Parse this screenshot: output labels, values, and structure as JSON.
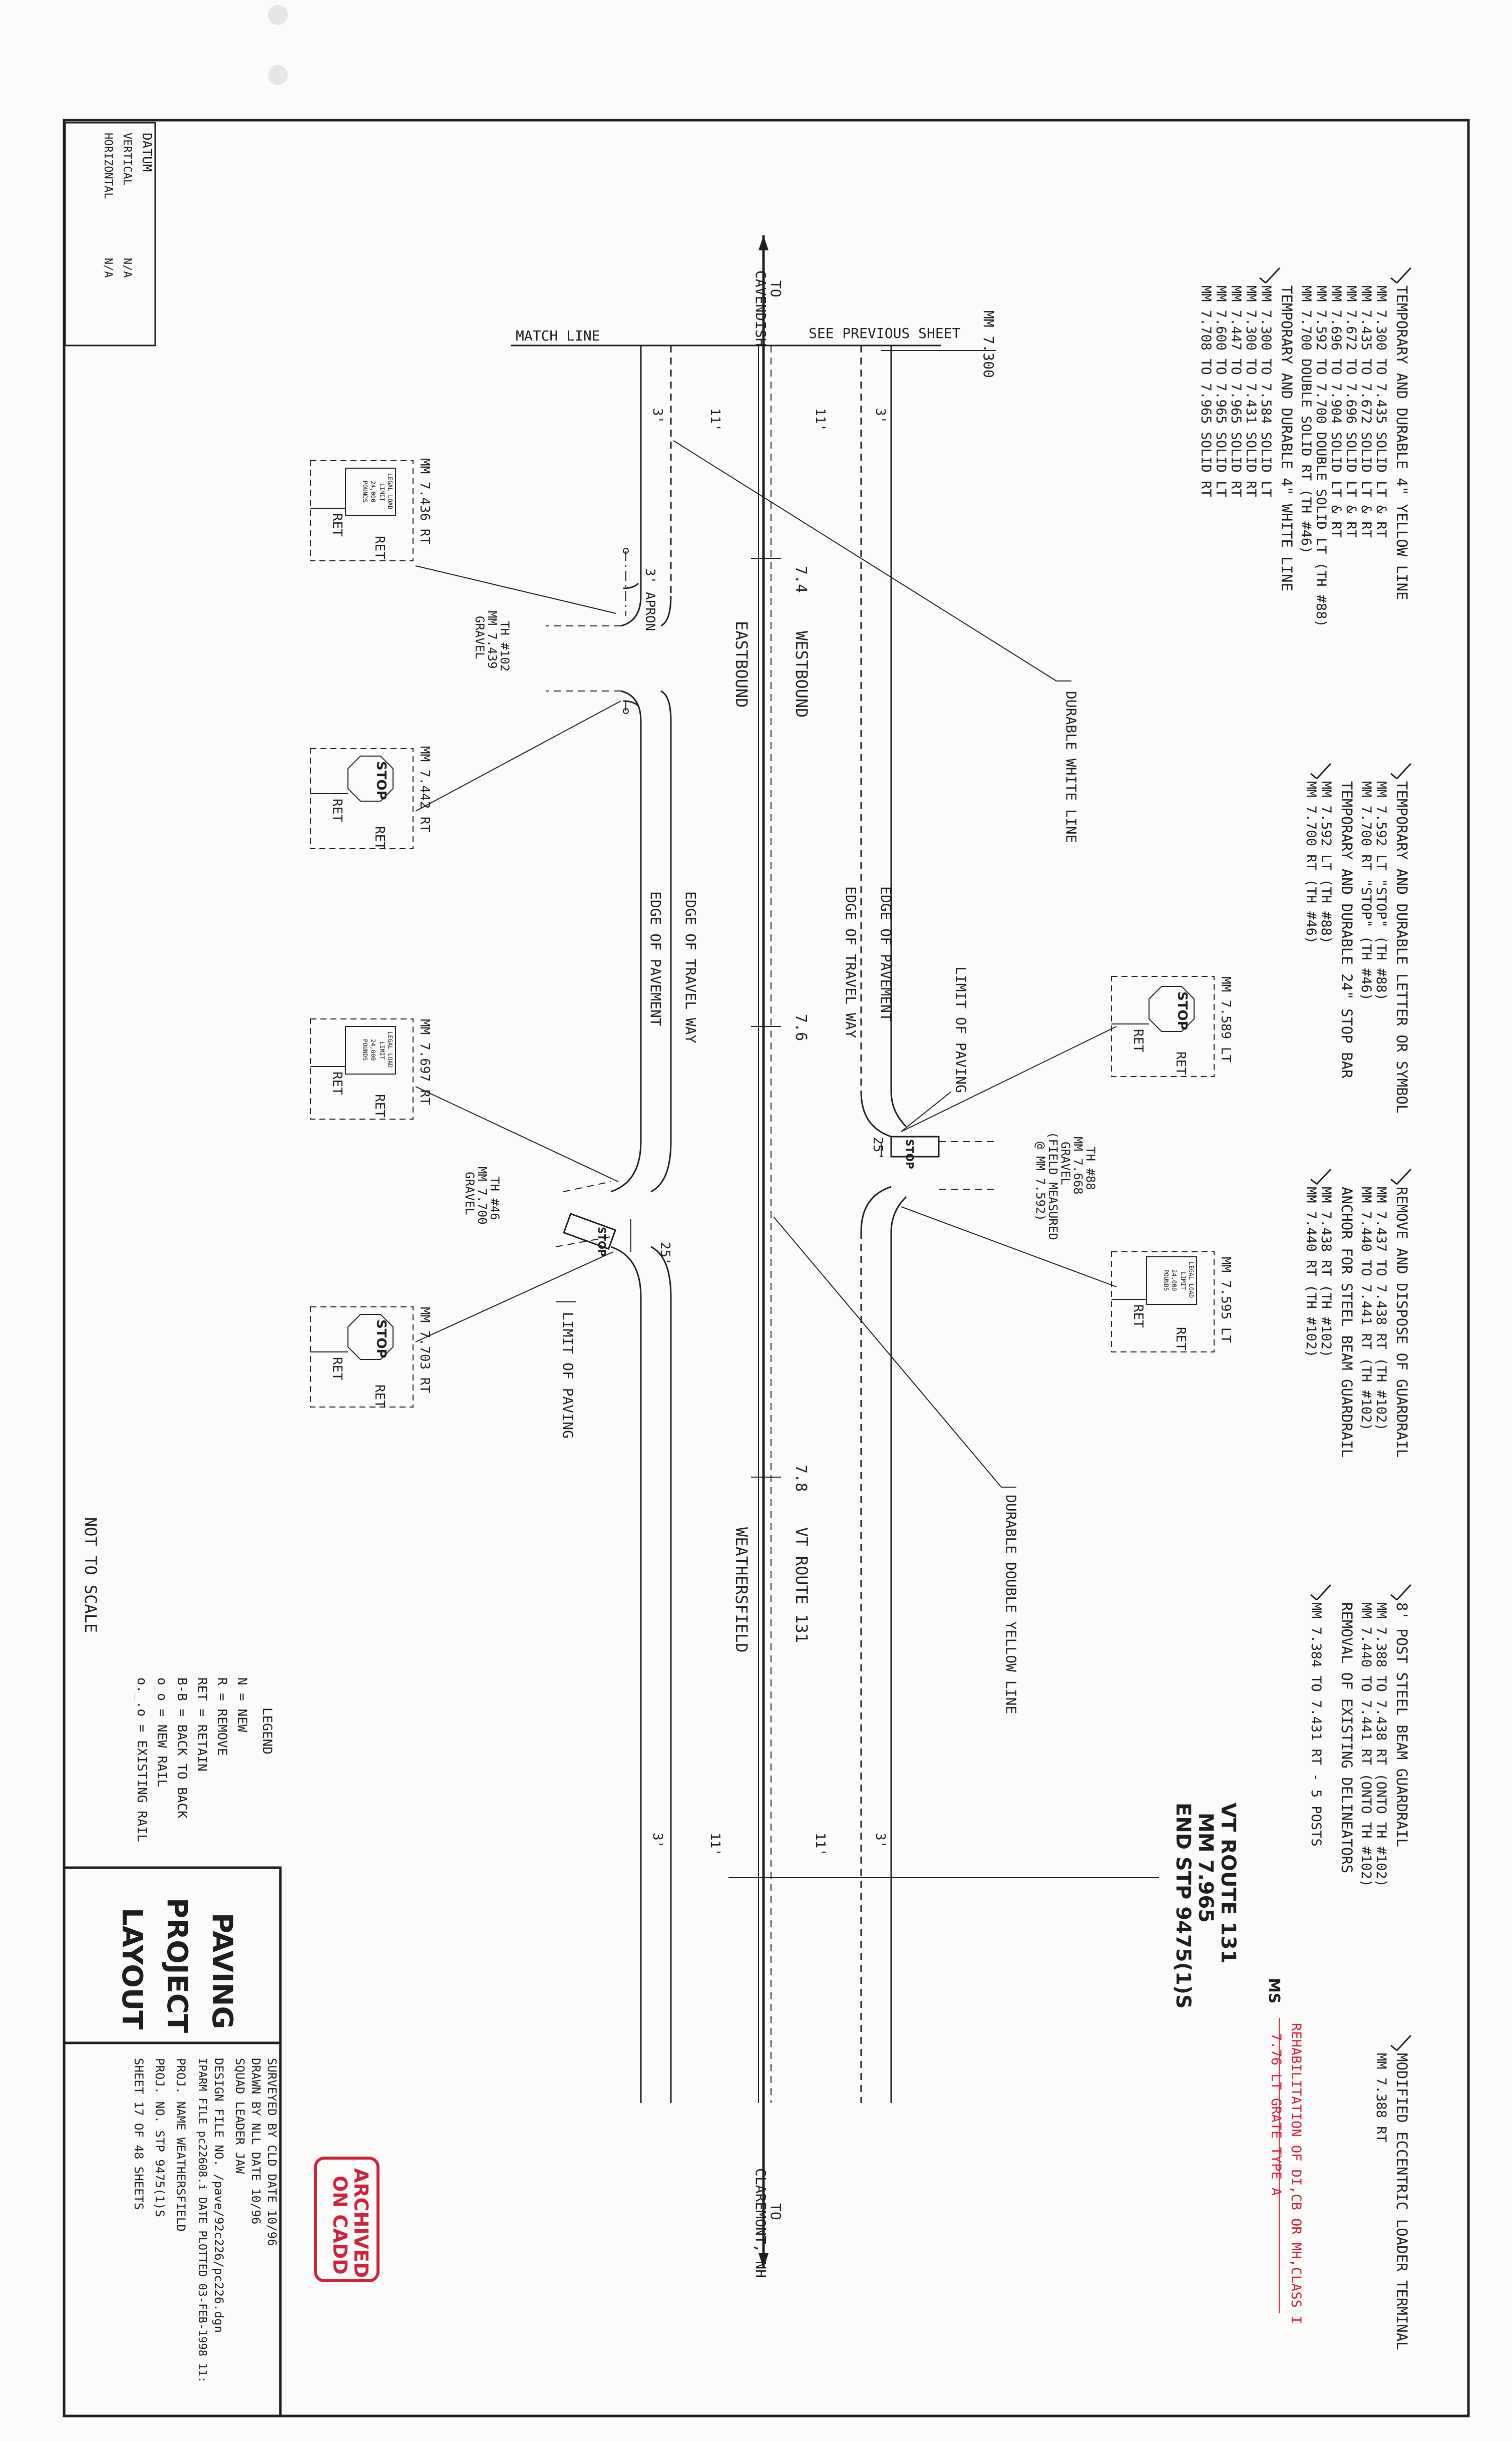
{
  "datum": {
    "title": "DATUM",
    "vertical_label": "VERTICAL",
    "vertical_value": "N/A",
    "horizontal_label": "HORIZONTAL",
    "horizontal_value": "N/A"
  },
  "notes": [
    {
      "title": "TEMPORARY AND DURABLE 4\" YELLOW LINE",
      "lines": [
        "MM 7.300 TO 7.435 SOLID LT & RT",
        "MM 7.435 TO 7.672 SOLID LT & RT",
        "MM 7.672 TO 7.696 SOLID LT & RT",
        "MM 7.696 TO 7.904 SOLID LT & RT",
        "MM 7.592 TO 7.700 DOUBLE SOLID LT (TH #88)",
        "MM 7.700 DOUBLE SOLID RT (TH #46)"
      ]
    },
    {
      "title": "TEMPORARY AND DURABLE 4\" WHITE LINE",
      "lines": [
        "MM 7.300 TO 7.584 SOLID LT",
        "MM 7.300 TO 7.431 SOLID RT",
        "MM 7.447 TO 7.965 SOLID RT",
        "MM 7.600 TO 7.965 SOLID LT",
        "MM 7.708 TO 7.965 SOLID RT"
      ]
    },
    {
      "title": "TEMPORARY AND DURABLE LETTER OR SYMBOL",
      "lines": [
        "MM 7.592   LT   \"STOP\"   (TH #88)",
        "MM 7.700   RT   \"STOP\"   (TH #46)"
      ]
    },
    {
      "title": "TEMPORARY AND DURABLE 24\" STOP BAR",
      "lines": [
        "MM 7.592   LT   (TH #88)",
        "MM 7.700   RT   (TH #46)"
      ]
    },
    {
      "title": "REMOVE AND DISPOSE OF GUARDRAIL",
      "lines": [
        "MM 7.437   TO   7.438   RT (TH #102)",
        "MM 7.440   TO   7.441   RT (TH #102)"
      ]
    },
    {
      "title": "ANCHOR FOR STEEL BEAM GUARDRAIL",
      "lines": [
        "MM 7.438   RT (TH #102)",
        "MM 7.440   RT (TH #102)"
      ]
    },
    {
      "title": "8' POST STEEL BEAM GUARDRAIL",
      "lines": [
        "MM 7.388   TO   7.438   RT (ONTO TH #102)",
        "MM 7.440   TO   7.441   RT (ONTO TH #102)"
      ]
    },
    {
      "title": "REMOVAL OF EXISTING DELINEATORS",
      "lines": [
        "MM 7.384   TO   7.431   RT - 5 POSTS"
      ]
    },
    {
      "title": "MODIFIED ECCENTRIC LOADER TERMINAL",
      "lines": [
        "MM 7.388   RT"
      ]
    }
  ],
  "rehab_note": {
    "line1": "REHABILITATION OF DI,CB OR MH,CLASS I",
    "line2": "7.76 LT GRATE TYPE A",
    "initials": "MS"
  },
  "plan": {
    "mm_start": "MM 7.300",
    "see_previous": "SEE PREVIOUS SHEET",
    "match_line": "MATCH LINE",
    "to_cavendish": [
      "TO",
      "CAVENDISH"
    ],
    "to_claremont": [
      "TO",
      "CLAREMONT, NH"
    ],
    "route_end": [
      "VT ROUTE 131",
      "MM 7.965",
      "END STP 9475(1)S"
    ],
    "widths": [
      "3'",
      "11'",
      "11'",
      "3'"
    ],
    "stations": [
      "7.4",
      "7.6",
      "7.8"
    ],
    "westbound": "WESTBOUND",
    "eastbound": "EASTBOUND",
    "vt_route": "VT ROUTE 131",
    "weathersfield": "WEATHERSFIELD",
    "apron": "3' APRON",
    "durable_white": "DURABLE WHITE LINE",
    "durable_double_yellow": "DURABLE DOUBLE YELLOW LINE",
    "edge_pavement_left": "EDGE OF PAVEMENT",
    "edge_travel_left": "EDGE OF TRAVEL WAY",
    "edge_travel_right": "EDGE OF TRAVEL WAY",
    "edge_pavement_right": "EDGE OF PAVEMENT",
    "limit_paving_top": "LIMIT OF PAVING",
    "limit_paving_bottom": "LIMIT OF PAVING",
    "dim_25_top": "25'",
    "dim_25_bottom": "25'",
    "th102": [
      "TH #102",
      "MM 7.439",
      "GRAVEL"
    ],
    "th88": [
      "TH #88",
      "MM 7.668",
      "GRAVEL",
      "(FIELD MEASURED",
      "@ MM 7.592)"
    ],
    "th46": [
      "TH #46",
      "MM 7.700",
      "GRAVEL"
    ],
    "stop_word": "STOP"
  },
  "signs": [
    {
      "mm": "MM 7.436 RT",
      "kind": "legal-load",
      "ret": "RET"
    },
    {
      "mm": "MM 7.442 RT",
      "kind": "stop",
      "ret": "RET"
    },
    {
      "mm": "MM 7.697 RT",
      "kind": "legal-load",
      "ret": "RET"
    },
    {
      "mm": "MM 7.703 RT",
      "kind": "stop",
      "ret": "RET"
    },
    {
      "mm": "MM 7.589 LT",
      "kind": "stop",
      "ret": "RET"
    },
    {
      "mm": "MM 7.595 LT",
      "kind": "legal-load",
      "ret": "RET"
    }
  ],
  "legal_load": [
    "LEGAL LOAD",
    "LIMIT",
    "24,000",
    "POUNDS"
  ],
  "legend": {
    "title": "LEGEND",
    "items": [
      "N   =  NEW",
      "R   =  REMOVE",
      "RET =  RETAIN",
      "B-B =  BACK TO BACK",
      "o_o =  NEW RAIL",
      "o._.o = EXISTING RAIL"
    ]
  },
  "not_to_scale": "NOT TO SCALE",
  "title_block": {
    "title": [
      "PAVING",
      "PROJECT",
      "LAYOUT"
    ],
    "rows": [
      "SURVEYED BY       CLD     DATE 10/96",
      "DRAWN BY          NLL     DATE 10/96",
      "SQUAD LEADER      JAW",
      "DESIGN FILE NO.  /pave/92c226/pc226.dgn",
      "IPARM FILE  pc22608.i   DATE PLOTTED 03-FEB-1998 11:",
      "PROJ. NAME        WEATHERSFIELD",
      "PROJ. NO.         STP 9475(1)S",
      "SHEET  17  OF  48  SHEETS"
    ]
  },
  "stamp": [
    "ARCHIVED",
    "ON CADD"
  ]
}
